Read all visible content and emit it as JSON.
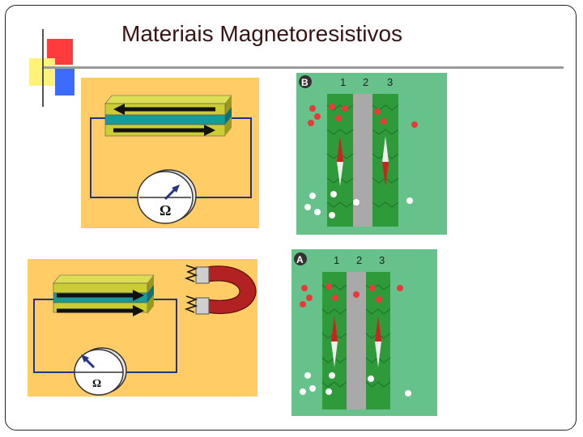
{
  "title": "Materiais Magnetoresistivos",
  "circuit_top": {
    "ohm_symbol": "Ω"
  },
  "circuit_bottom": {
    "ohm_symbol": "Ω"
  },
  "panel_b": {
    "label": "B",
    "col1": "1",
    "col2": "2",
    "col3": "3"
  },
  "panel_a": {
    "label": "A",
    "col1": "1",
    "col2": "2",
    "col3": "3"
  },
  "colors": {
    "title": "#3a1414",
    "circuit_bg": "#ffcc66",
    "panel_bg": "#66c28a",
    "layer_yellow": "#cccc33",
    "layer_teal": "#1a9999",
    "accent_red": "#ff3b3b",
    "accent_yellow": "#fff27a",
    "accent_blue": "#3b6cff"
  }
}
